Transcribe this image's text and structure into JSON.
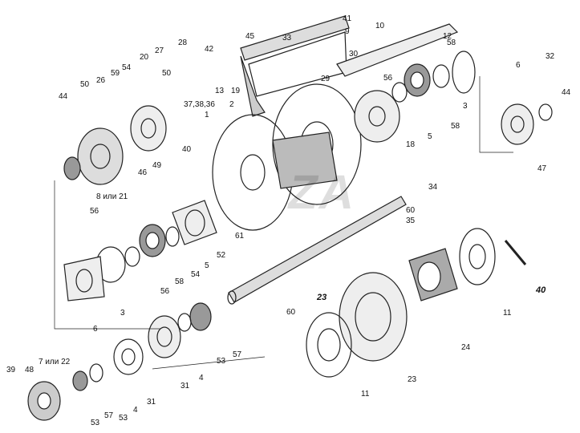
{
  "watermark": "ZA",
  "callouts": [
    {
      "id": "c28",
      "text": "28"
    },
    {
      "id": "c27",
      "text": "27"
    },
    {
      "id": "c20",
      "text": "20"
    },
    {
      "id": "c50a",
      "text": "50"
    },
    {
      "id": "c50b",
      "text": "50"
    },
    {
      "id": "c59",
      "text": "59"
    },
    {
      "id": "c26",
      "text": "26"
    },
    {
      "id": "c54a",
      "text": "54"
    },
    {
      "id": "c44a",
      "text": "44"
    },
    {
      "id": "c373836",
      "text": "37,38,36"
    },
    {
      "id": "c8or21",
      "text": "8 или 21"
    },
    {
      "id": "c56a",
      "text": "56"
    },
    {
      "id": "c46",
      "text": "46"
    },
    {
      "id": "c49",
      "text": "49"
    },
    {
      "id": "c40a",
      "text": "40"
    },
    {
      "id": "c42",
      "text": "42"
    },
    {
      "id": "c45",
      "text": "45"
    },
    {
      "id": "c33",
      "text": "33"
    },
    {
      "id": "c13",
      "text": "13"
    },
    {
      "id": "c19",
      "text": "19"
    },
    {
      "id": "c2",
      "text": "2"
    },
    {
      "id": "c1",
      "text": "1"
    },
    {
      "id": "c29",
      "text": "29"
    },
    {
      "id": "c30",
      "text": "30"
    },
    {
      "id": "c41",
      "text": "41"
    },
    {
      "id": "c9",
      "text": "9"
    },
    {
      "id": "c10",
      "text": "10"
    },
    {
      "id": "c12",
      "text": "12"
    },
    {
      "id": "c58a",
      "text": "58"
    },
    {
      "id": "c56b",
      "text": "56"
    },
    {
      "id": "c3a",
      "text": "3"
    },
    {
      "id": "c58b",
      "text": "58"
    },
    {
      "id": "c5a",
      "text": "5"
    },
    {
      "id": "c18",
      "text": "18"
    },
    {
      "id": "c6a",
      "text": "6"
    },
    {
      "id": "c32",
      "text": "32"
    },
    {
      "id": "c44b",
      "text": "44"
    },
    {
      "id": "c47",
      "text": "47"
    },
    {
      "id": "c34",
      "text": "34"
    },
    {
      "id": "c60a",
      "text": "60"
    },
    {
      "id": "c35",
      "text": "35"
    },
    {
      "id": "c61",
      "text": "61"
    },
    {
      "id": "c52",
      "text": "52"
    },
    {
      "id": "c5b",
      "text": "5"
    },
    {
      "id": "c54b",
      "text": "54"
    },
    {
      "id": "c58c",
      "text": "58"
    },
    {
      "id": "c56c",
      "text": "56"
    },
    {
      "id": "c3b",
      "text": "3"
    },
    {
      "id": "c6b",
      "text": "6"
    },
    {
      "id": "c23a",
      "text": "23"
    },
    {
      "id": "c60b",
      "text": "60"
    },
    {
      "id": "c11a",
      "text": "11"
    },
    {
      "id": "c40b",
      "text": "40"
    },
    {
      "id": "c24",
      "text": "24"
    },
    {
      "id": "c23b",
      "text": "23"
    },
    {
      "id": "c11b",
      "text": "11"
    },
    {
      "id": "c53a",
      "text": "53"
    },
    {
      "id": "c57a",
      "text": "57"
    },
    {
      "id": "c31a",
      "text": "31"
    },
    {
      "id": "c4a",
      "text": "4"
    },
    {
      "id": "c31b",
      "text": "31"
    },
    {
      "id": "c39",
      "text": "39"
    },
    {
      "id": "c48",
      "text": "48"
    },
    {
      "id": "c7or22",
      "text": "7 или 22"
    },
    {
      "id": "c53b",
      "text": "53"
    },
    {
      "id": "c57b",
      "text": "57"
    },
    {
      "id": "c53c",
      "text": "53"
    },
    {
      "id": "c4b",
      "text": "4"
    }
  ]
}
